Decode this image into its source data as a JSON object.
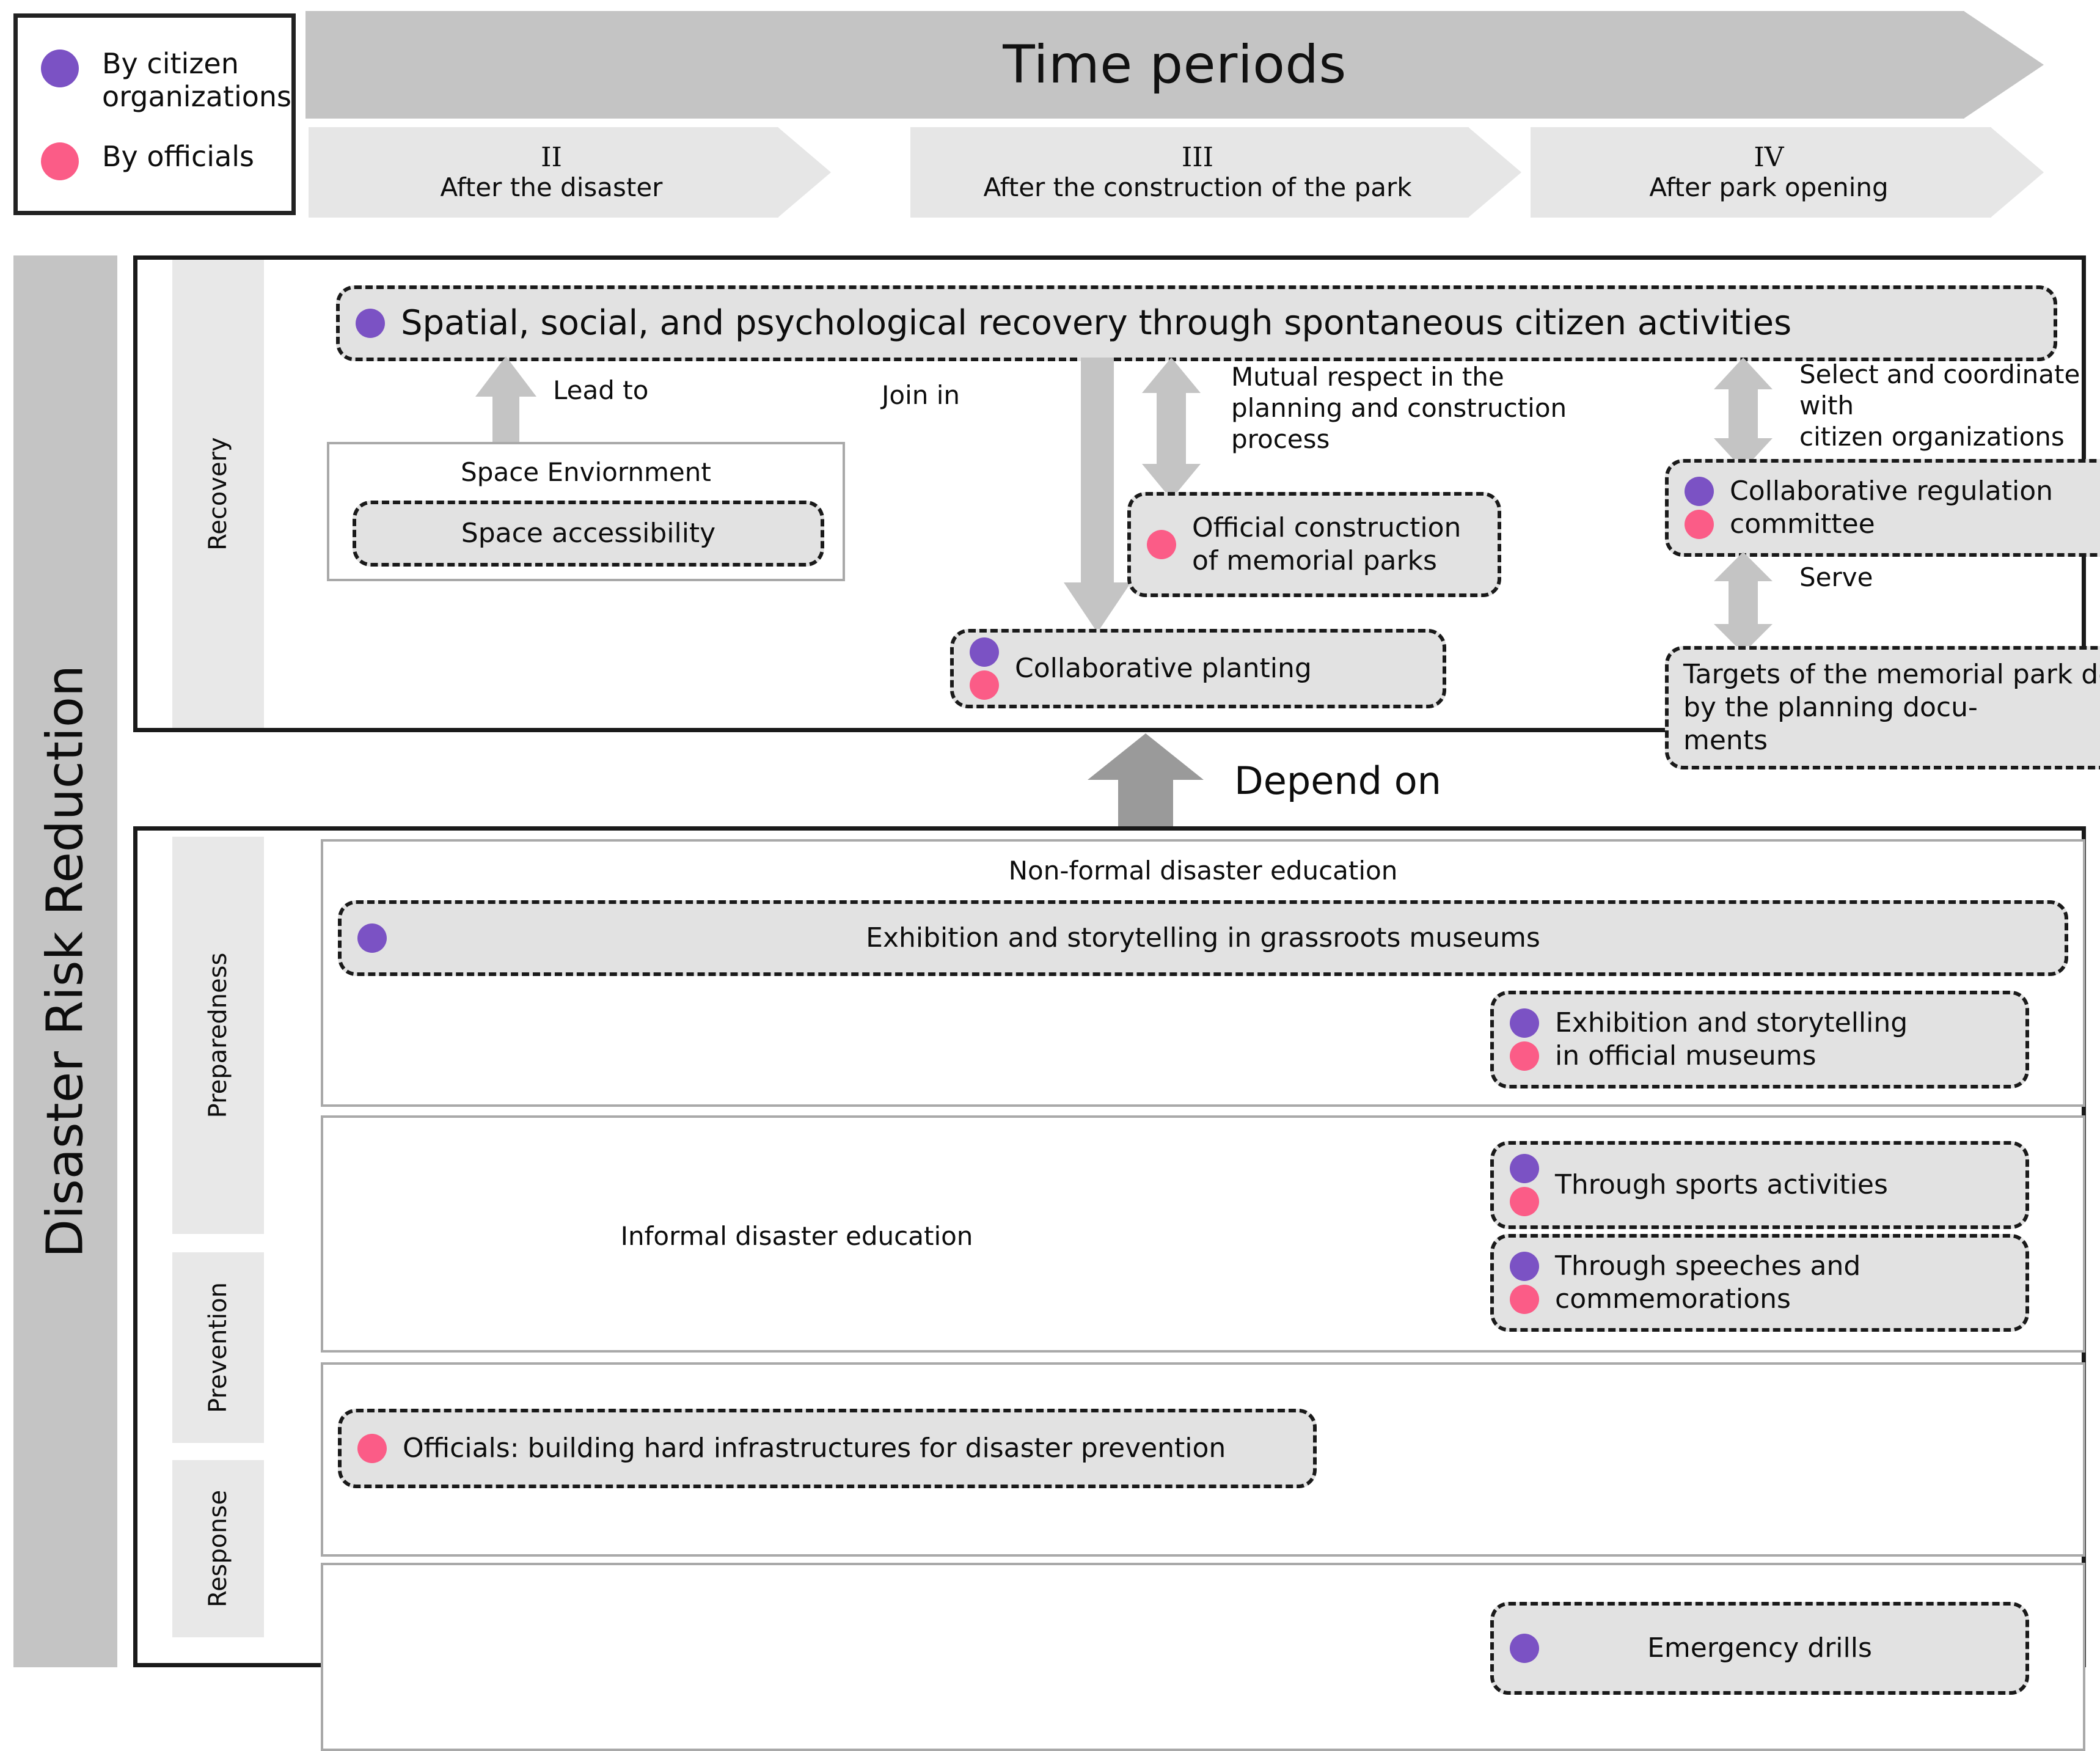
{
  "legend": {
    "items": [
      {
        "color_name": "purple",
        "color": "#7b52c4",
        "label": "By citizen\norganizations"
      },
      {
        "color_name": "pink",
        "color": "#fb5c87",
        "label": "By officials"
      }
    ]
  },
  "timeline": {
    "banner_title": "Time periods",
    "banner_color": "#c4c4c4",
    "period_color": "#e6e6e6",
    "periods": [
      {
        "numeral": "II",
        "label": "After the disaster"
      },
      {
        "numeral": "III",
        "label": "After the construction of the park"
      },
      {
        "numeral": "IV",
        "label": "After park opening"
      }
    ]
  },
  "axis": {
    "vertical_label": "Disaster Risk Reduction"
  },
  "recovery": {
    "row_label": "Recovery",
    "top_node": {
      "text": "Spatial, social, and psychological recovery through spontaneous citizen activities",
      "dots": [
        "purple"
      ]
    },
    "space_group": {
      "title": "Space Enviornment",
      "node": {
        "text": "Space accessibility",
        "dots": []
      }
    },
    "nodes": [
      {
        "id": "official-construction",
        "text": "Official construction\nof memorial parks",
        "dots": [
          "pink"
        ]
      },
      {
        "id": "collaborative-planting",
        "text": "Collaborative planting",
        "dots": [
          "purple",
          "pink"
        ]
      },
      {
        "id": "collaborative-regulation",
        "text": "Collaborative regulation\ncommittee",
        "dots": [
          "purple",
          "pink"
        ]
      },
      {
        "id": "memorial-park-targets",
        "text": "Targets of the memorial park decided by the planning docu-\nments",
        "dots": []
      }
    ],
    "arrow_labels": {
      "lead_to": "Lead to",
      "join_in": "Join in",
      "mutual_respect": "Mutual respect in the\nplanning and construction\nprocess",
      "select_coordinate": "Select and  coordinate with\ncitizen organizations",
      "serve": "Serve"
    }
  },
  "link": {
    "depend_on": "Depend on"
  },
  "preparedness": {
    "row_label": "Preparedness",
    "groups": [
      {
        "title": "Non-formal disaster education",
        "nodes": [
          {
            "id": "grassroots-museums",
            "text": "Exhibition and storytelling in grassroots museums",
            "dots": [
              "purple"
            ]
          },
          {
            "id": "official-museums",
            "text": "Exhibition and storytelling\nin official museums",
            "dots": [
              "purple",
              "pink"
            ]
          }
        ]
      },
      {
        "title": "Informal disaster education",
        "nodes": [
          {
            "id": "sports-activities",
            "text": "Through sports activities",
            "dots": [
              "purple",
              "pink"
            ]
          },
          {
            "id": "speeches-commemorations",
            "text": "Through speeches and\ncommemorations",
            "dots": [
              "purple",
              "pink"
            ]
          }
        ]
      }
    ]
  },
  "prevention": {
    "row_label": "Prevention",
    "node": {
      "id": "hard-infrastructures",
      "text": "Officials: building hard infrastructures for disaster prevention",
      "dots": [
        "pink"
      ]
    }
  },
  "response": {
    "row_label": "Response",
    "node": {
      "id": "emergency-drills",
      "text": "Emergency drills",
      "dots": [
        "purple"
      ]
    }
  }
}
